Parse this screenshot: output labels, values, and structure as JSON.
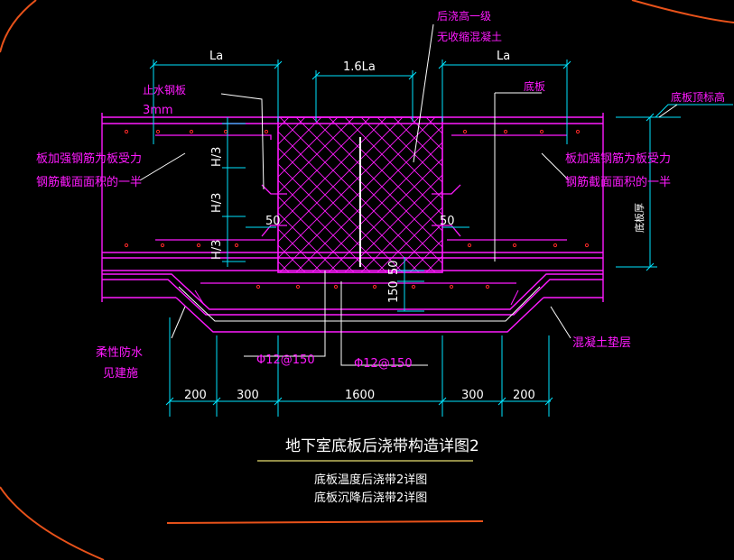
{
  "colors": {
    "background": "#000000",
    "cyan": "#00e5ff",
    "magenta": "#ff1aff",
    "white": "#ffffff",
    "red": "#ff2a2a",
    "yellow": "#e8e070",
    "orange": "#e8521a",
    "green": "#31c931"
  },
  "dims": {
    "la_left": "La",
    "la_mid": "1.6La",
    "la_right": "La",
    "h3_top": "H/3",
    "h3_mid": "H/3",
    "h3_bot": "H/3",
    "gap_left": "50",
    "gap_right": "50",
    "drop_50": "50",
    "drop_150": "150",
    "bottom": [
      "200",
      "300",
      "1600",
      "300",
      "200"
    ]
  },
  "labels": {
    "pour_grade": "后浇高一级",
    "pour_concrete": "无收缩混凝土",
    "water_stop": "止水钢板",
    "water_stop_thk": "3mm",
    "slab": "底板",
    "slab_top_elev": "底板顶标高",
    "rebar_left_1": "板加强钢筋为板受力",
    "rebar_left_2": "钢筋截面面积的一半",
    "rebar_right_1": "板加强钢筋为板受力",
    "rebar_right_2": "钢筋截面面积的一半",
    "slab_thickness": "底板厚",
    "flex_water_1": "柔性防水",
    "flex_water_2": "见建施",
    "bar_a": "Φ12@150",
    "bar_b": "Φ12@150",
    "cushion": "混凝土垫层"
  },
  "title": {
    "main": "地下室底板后浇带构造详图2",
    "sub1": "底板温度后浇带2详图",
    "sub2": "底板沉降后浇带2详图"
  }
}
